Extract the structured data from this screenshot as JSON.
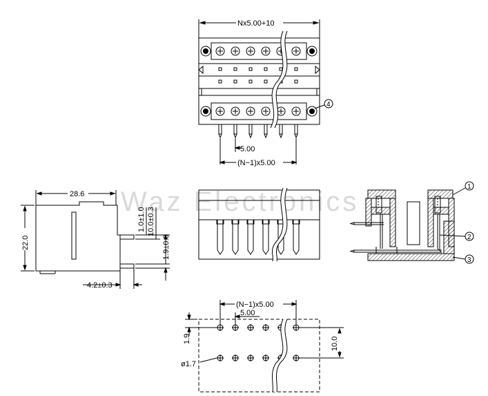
{
  "watermark": "Waz Electronics",
  "top_view": {
    "width_dim": "Nx5.00+10",
    "pitch_dim": "5.00",
    "span_dim": "(N−1)x5.00",
    "callout": "4"
  },
  "side_view": {
    "length_dim": "28.6",
    "height_dim": "22.0",
    "dim_a": "1.0±1.0",
    "dim_b": "10.0±0.3",
    "dim_c": "1.9±0.3",
    "dim_d": "4.2±0.3"
  },
  "section_view": {
    "callouts": [
      "1",
      "2",
      "3"
    ]
  },
  "footprint": {
    "span_dim": "(N−1)x5.00",
    "pitch_dim": "5.00",
    "edge_dim": "1.9",
    "row_dim": "10.0",
    "hole_dim": "ø1.7"
  }
}
